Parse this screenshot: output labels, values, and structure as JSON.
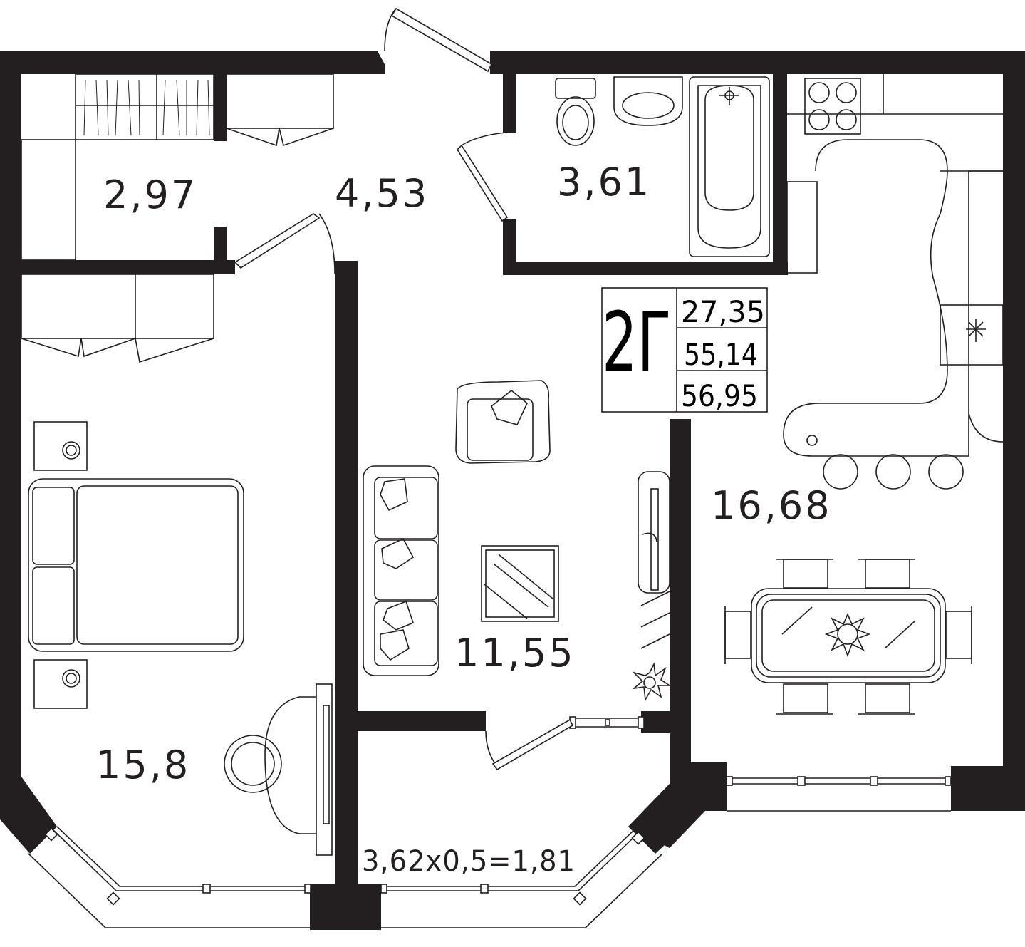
{
  "plan": {
    "apartment_code": "2Г",
    "areas": {
      "living": "27,35",
      "total": "55,14",
      "total_with_balcony": "56,95"
    },
    "rooms": {
      "storage": "2,97",
      "hall": "4,53",
      "bathroom": "3,61",
      "bedroom": "15,8",
      "living_room": "11,55",
      "kitchen": "16,68",
      "balcony": "3,62x0,5=1,81"
    }
  }
}
